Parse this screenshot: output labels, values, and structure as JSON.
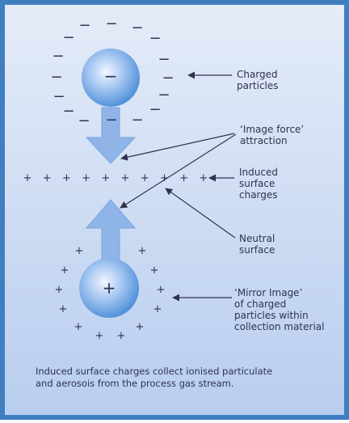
{
  "labels": {
    "charged_particles": "Charged\nparticles",
    "image_force": "‘Image force’\nattraction",
    "induced_surface": "Induced\nsurface\ncharges",
    "neutral_surface": "Neutral\nsurface",
    "mirror_image": "‘Mirror Image’\nof charged\nparticles within\ncollection material"
  },
  "caption": "Induced surface charges collect ionised particulate\nand aerosois from the process gas stream.",
  "symbols": {
    "negative_sign": "−",
    "positive_sign": "+",
    "center_negative": "−",
    "center_positive": "+"
  },
  "colors": {
    "border": "#3f7fc1",
    "panel_top": "#e5ecf8",
    "panel_bottom": "#b8cdef",
    "sphere_light": "#eef4ff",
    "sphere_dark": "#4f8fda",
    "arrow_fill": "#8fb5e8",
    "text": "#2e3350"
  }
}
